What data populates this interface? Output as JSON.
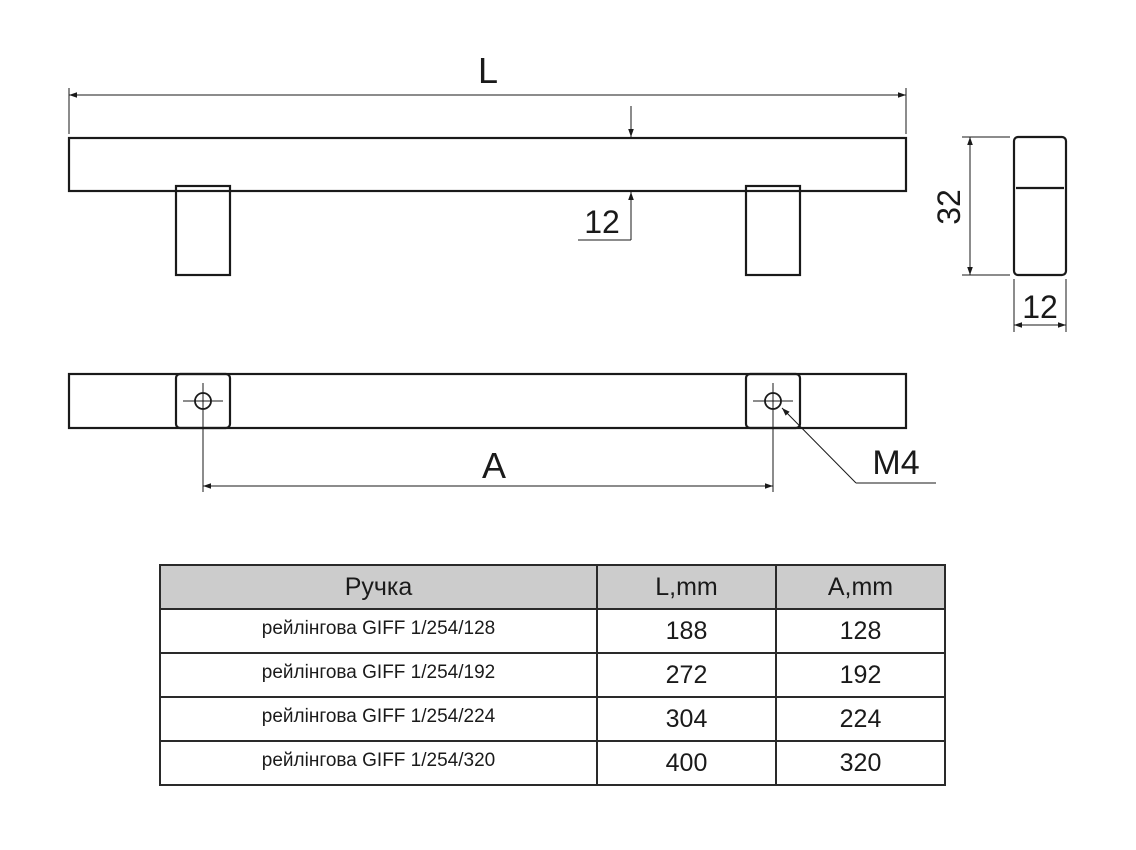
{
  "drawing": {
    "length_label": "L",
    "spacing_label": "A",
    "bar_thickness_label": "12",
    "height_label": "32",
    "width_label": "12",
    "thread_label": "M4"
  },
  "table": {
    "headers": [
      "Ручка",
      "L,mm",
      "A,mm"
    ],
    "rows": [
      {
        "name": "рейлінгова GIFF 1/254/128",
        "L": "188",
        "A": "128"
      },
      {
        "name": "рейлінгова GIFF 1/254/192",
        "L": "272",
        "A": "192"
      },
      {
        "name": "рейлінгова GIFF 1/254/224",
        "L": "304",
        "A": "224"
      },
      {
        "name": "рейлінгова GIFF 1/254/320",
        "L": "400",
        "A": "320"
      }
    ]
  }
}
